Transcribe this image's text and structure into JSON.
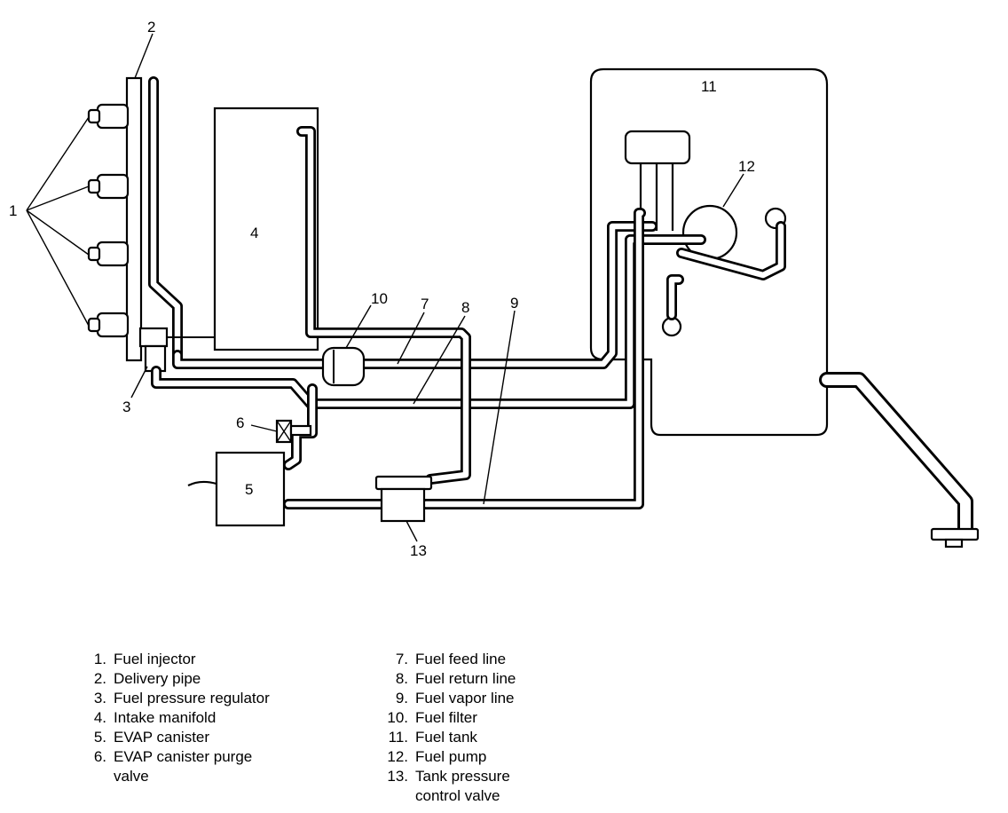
{
  "callouts": {
    "c1": "1",
    "c2": "2",
    "c3": "3",
    "c4": "4",
    "c5": "5",
    "c6": "6",
    "c7": "7",
    "c8": "8",
    "c9": "9",
    "c10": "10",
    "c11": "11",
    "c12": "12",
    "c13": "13"
  },
  "legend": {
    "left": [
      {
        "num": "1.",
        "text": "Fuel injector"
      },
      {
        "num": "2.",
        "text": "Delivery pipe"
      },
      {
        "num": "3.",
        "text": "Fuel pressure regulator"
      },
      {
        "num": "4.",
        "text": "Intake manifold"
      },
      {
        "num": "5.",
        "text": "EVAP canister"
      },
      {
        "num": "6.",
        "text": "EVAP canister purge\nvalve"
      }
    ],
    "right": [
      {
        "num": "7.",
        "text": "Fuel feed line"
      },
      {
        "num": "8.",
        "text": "Fuel return line"
      },
      {
        "num": "9.",
        "text": "Fuel vapor line"
      },
      {
        "num": "10.",
        "text": "Fuel filter"
      },
      {
        "num": "11.",
        "text": "Fuel tank"
      },
      {
        "num": "12.",
        "text": "Fuel pump"
      },
      {
        "num": "13.",
        "text": "Tank pressure\ncontrol valve"
      }
    ]
  }
}
